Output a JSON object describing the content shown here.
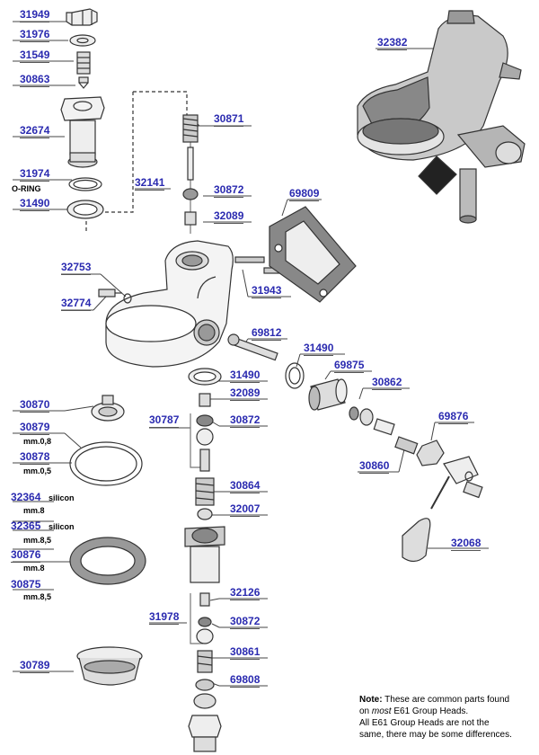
{
  "diagram": {
    "labels": {
      "p31949": "31949",
      "p31976": "31976",
      "p31549": "31549",
      "p30863": "30863",
      "p32674": "32674",
      "p31974": "31974",
      "oring": "O-RING",
      "p31490a": "31490",
      "p32382": "32382",
      "p30871": "30871",
      "p32141": "32141",
      "p30872a": "30872",
      "p69809": "69809",
      "p32089a": "32089",
      "p32753": "32753",
      "p32774": "32774",
      "p31943": "31943",
      "p69812": "69812",
      "p31490b": "31490",
      "p69875": "69875",
      "p31490c": "31490",
      "p32089b": "32089",
      "p30862": "30862",
      "p30870": "30870",
      "p30787": "30787",
      "p30872b": "30872",
      "p69876": "69876",
      "p30879": "30879",
      "mm08": "mm.0,8",
      "p30878": "30878",
      "mm05": "mm.0,5",
      "p30860": "30860",
      "p30864": "30864",
      "p32364": "32364",
      "silicon1": "silicon",
      "mm8a": "mm.8",
      "p32365": "32365",
      "silicon2": "silicon",
      "mm85a": "mm.8,5",
      "p30876": "30876",
      "mm8b": "mm.8",
      "p30875": "30875",
      "mm85b": "mm.8,5",
      "p32007": "32007",
      "p32068": "32068",
      "p32126": "32126",
      "p31978": "31978",
      "p30872c": "30872",
      "p30789": "30789",
      "p30861": "30861",
      "p69808": "69808"
    },
    "note": {
      "bold": "Note:",
      "line1_rest": " These are common parts found",
      "line2_pre": "on ",
      "line2_italic": "most",
      "line2_post": " E61 Group Heads.",
      "line3": "All E61 Group Heads are not the",
      "line4": "same, there may be some differences."
    }
  }
}
